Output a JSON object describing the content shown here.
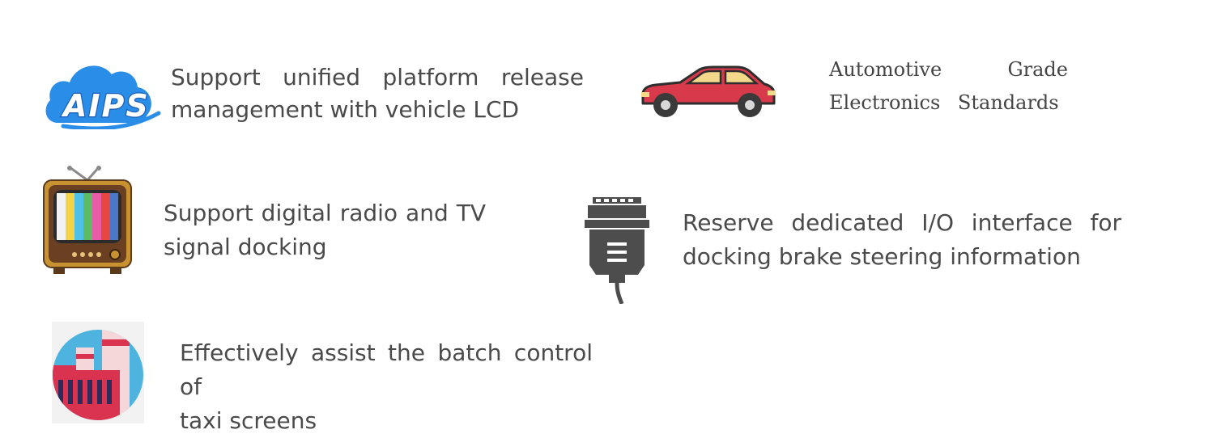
{
  "features": [
    {
      "id": "aips",
      "icon": "aips-cloud-icon",
      "logo_text": "AIPS",
      "lines": [
        "Support unified platform release",
        "management with vehicle LCD"
      ],
      "colors": {
        "cloud": "#2a8de8",
        "logo_text": "#1b5fb8"
      }
    },
    {
      "id": "automotive",
      "icon": "red-car-icon",
      "lines": [
        "Automotive Grade",
        "Electronics Standards"
      ],
      "colors": {
        "body": "#d93a4b",
        "window": "#f5d98a",
        "outline": "#2e2e2e"
      }
    },
    {
      "id": "tv",
      "icon": "retro-tv-icon",
      "lines": [
        "Support digital radio and TV",
        "signal docking"
      ],
      "colors": {
        "frame": "#c99231",
        "cabinet": "#6b3f22",
        "screen_bars": [
          "#f2f2f2",
          "#f5d246",
          "#4fc1e9",
          "#5dbb63",
          "#e85ba6",
          "#e8473f",
          "#4a78c9"
        ]
      }
    },
    {
      "id": "io",
      "icon": "io-connector-icon",
      "lines": [
        "Reserve dedicated I/O interface for",
        "docking brake steering information"
      ],
      "colors": {
        "connector": "#4d4d4d"
      }
    },
    {
      "id": "taxi",
      "icon": "factory-building-icon",
      "lines": [
        "Effectively assist the batch control of",
        "taxi screens"
      ],
      "colors": {
        "circle": "#4fb3e0",
        "building": "#d9334f",
        "tower": "#f6d7d9"
      }
    }
  ]
}
